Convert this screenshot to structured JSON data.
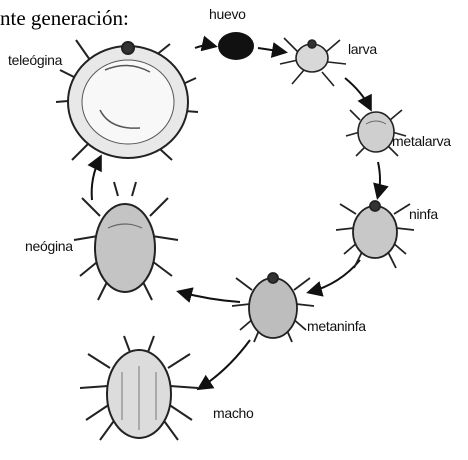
{
  "header": {
    "text": "nte generación:"
  },
  "stages": {
    "huevo": "huevo",
    "larva": "larva",
    "metalarva": "metalarva",
    "ninfa": "ninfa",
    "metaninfa": "metaninfa",
    "macho": "macho",
    "neogina": "neógina",
    "teleogina": "teleógina"
  }
}
